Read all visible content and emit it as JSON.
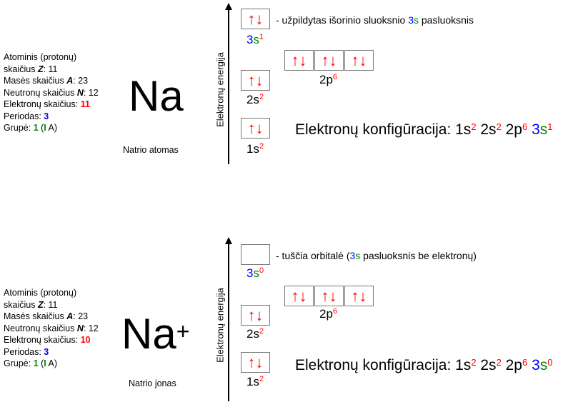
{
  "atom": {
    "info": {
      "l1": "Atominis (protonų)",
      "l2a": "skaičius ",
      "l2b": "Z",
      "l2c": ": 11",
      "l3a": "Masės skaičius ",
      "l3b": "A",
      "l3c": ": 23",
      "l4a": "Neutronų skaičius ",
      "l4b": "N",
      "l4c": ": 12",
      "l5a": "Elektronų skaičius: ",
      "l5b": "11",
      "l6a": "Periodas: ",
      "l6b": "3",
      "l7a": "Grupė: ",
      "l7b": "1",
      "l7c": " (",
      "l7d": "I",
      "l7e": " A)"
    },
    "symbol": "Na",
    "charge": "",
    "caption": "Natrio atomas",
    "axis_label": "Elektronų energija",
    "orbitals": {
      "s3": "↑↓",
      "p2": [
        "↑↓",
        "↑↓",
        "↑↓"
      ],
      "s2": "↑↓",
      "s1": "↑↓"
    },
    "labels": {
      "s3n": "3",
      "s3s": "s",
      "s3e": "1",
      "p2": "2p",
      "p2e": "6",
      "s2": "2s",
      "s2e": "2",
      "s1": "1s",
      "s1e": "2"
    },
    "note": {
      "a": "-  užpildytas išorinio sluoksnio ",
      "b": "3",
      "c": "s",
      "d": " pasluoksnis"
    },
    "config": {
      "prefix": "Elektronų konfigūracija: ",
      "t1": "1s",
      "e1": "2",
      "t2": " 2s",
      "e2": "2",
      "t3": " 2p",
      "e3": "6",
      "t4n": " 3",
      "t4s": "s",
      "e4": "1"
    }
  },
  "ion": {
    "info": {
      "l1": "Atominis (protonų)",
      "l2a": "skaičius ",
      "l2b": "Z",
      "l2c": ": 11",
      "l3a": "Masės skaičius ",
      "l3b": "A",
      "l3c": ": 23",
      "l4a": "Neutronų skaičius ",
      "l4b": "N",
      "l4c": ": 12",
      "l5a": "Elektronų skaičius: ",
      "l5b": "10",
      "l6a": "Periodas: ",
      "l6b": "3",
      "l7a": "Grupė: ",
      "l7b": "1",
      "l7c": " (",
      "l7d": "I",
      "l7e": " A)"
    },
    "symbol": "Na",
    "charge": "+",
    "caption": "Natrio jonas",
    "axis_label": "Elektronų energija",
    "orbitals": {
      "s3": "",
      "p2": [
        "↑↓",
        "↑↓",
        "↑↓"
      ],
      "s2": "↑↓",
      "s1": "↑↓"
    },
    "labels": {
      "s3n": "3",
      "s3s": "s",
      "s3e": "0",
      "p2": "2p",
      "p2e": "6",
      "s2": "2s",
      "s2e": "2",
      "s1": "1s",
      "s1e": "2"
    },
    "note": {
      "a": "-  tuščia orbitalė (",
      "b": "3",
      "c": "s",
      "d": " pasluoksnis be elektronų)"
    },
    "config": {
      "prefix": "Elektronų konfigūracija: ",
      "t1": "1s",
      "e1": "2",
      "t2": " 2s",
      "e2": "2",
      "t3": " 2p",
      "e3": "6",
      "t4n": " 3",
      "t4s": "s",
      "e4": "0"
    }
  }
}
